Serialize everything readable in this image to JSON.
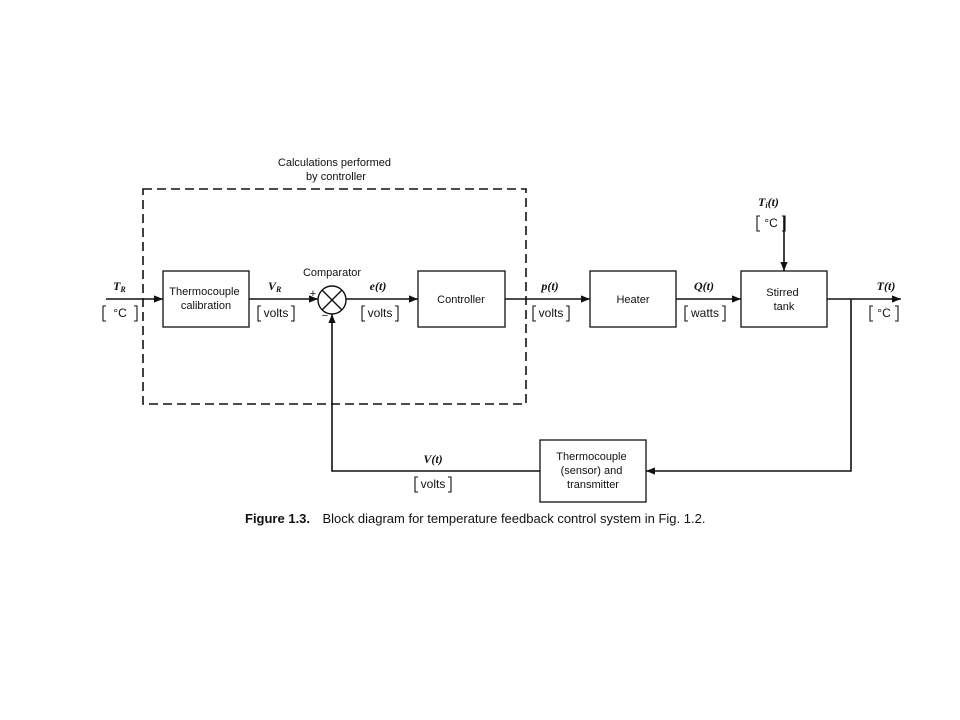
{
  "diagram": {
    "dashed_region_label": [
      "Calculations performed",
      "by controller"
    ],
    "blocks": {
      "thermocouple_calibration": [
        "Thermocouple",
        "calibration"
      ],
      "comparator": "Comparator",
      "controller": "Controller",
      "heater": "Heater",
      "stirred_tank": [
        "Stirred",
        "tank"
      ],
      "sensor_transmitter": [
        "Thermocouple",
        "(sensor) and",
        "transmitter"
      ]
    },
    "comparator_signs": {
      "plus": "+",
      "minus": "−"
    },
    "signals": {
      "tr": {
        "name": "T",
        "sub": "R",
        "unit": "°C"
      },
      "vr": {
        "name": "V",
        "sub": "R",
        "unit": "volts"
      },
      "e": {
        "name": "e(t)",
        "unit": "volts"
      },
      "p": {
        "name": "p(t)",
        "unit": "volts"
      },
      "q": {
        "name": "Q(t)",
        "unit": "watts"
      },
      "ti": {
        "name": "T",
        "sub": "i",
        "suffix": "(t)",
        "unit": "°C"
      },
      "t": {
        "name": "T(t)",
        "unit": "°C"
      },
      "v": {
        "name": "V(t)",
        "unit": "volts"
      }
    }
  },
  "caption": {
    "number": "Figure 1.3.",
    "text": "Block diagram for temperature feedback control system in Fig. 1.2."
  }
}
